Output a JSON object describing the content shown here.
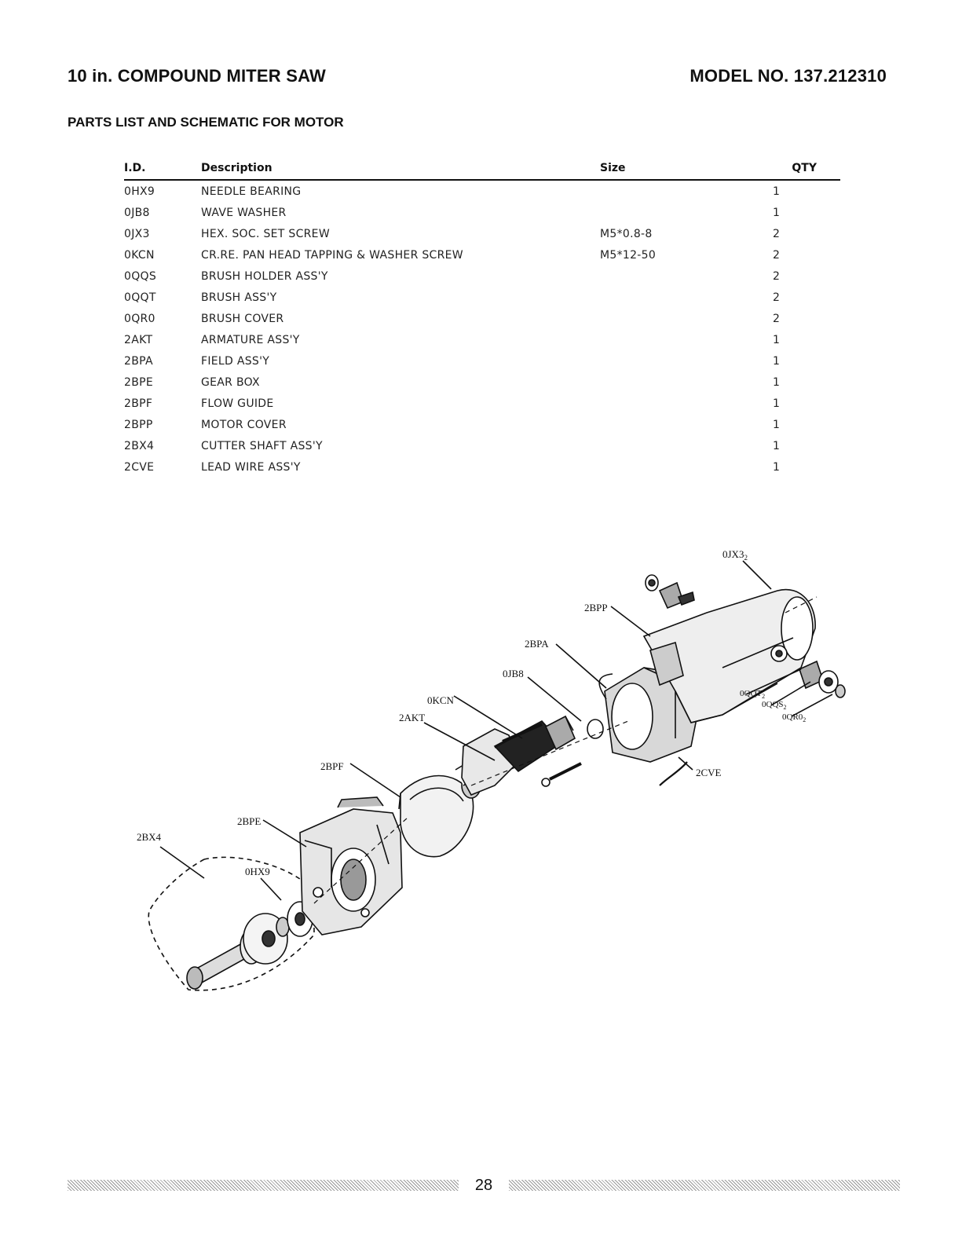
{
  "header": {
    "title": "10 in. COMPOUND MITER SAW",
    "model": "MODEL NO. 137.212310"
  },
  "subtitle": "PARTS LIST AND SCHEMATIC FOR MOTOR",
  "table": {
    "columns": [
      "I.D.",
      "Description",
      "Size",
      "QTY"
    ],
    "rows": [
      {
        "id": "0HX9",
        "description": "NEEDLE BEARING",
        "size": "",
        "qty": "1"
      },
      {
        "id": "0JB8",
        "description": "WAVE WASHER",
        "size": "",
        "qty": "1"
      },
      {
        "id": "0JX3",
        "description": "HEX. SOC. SET SCREW",
        "size": "M5*0.8-8",
        "qty": "2"
      },
      {
        "id": "0KCN",
        "description": "CR.RE. PAN HEAD TAPPING & WASHER SCREW",
        "size": "M5*12-50",
        "qty": "2"
      },
      {
        "id": "0QQS",
        "description": "BRUSH HOLDER ASS'Y",
        "size": "",
        "qty": "2"
      },
      {
        "id": "0QQT",
        "description": "BRUSH ASS'Y",
        "size": "",
        "qty": "2"
      },
      {
        "id": "0QR0",
        "description": "BRUSH COVER",
        "size": "",
        "qty": "2"
      },
      {
        "id": "2AKT",
        "description": "ARMATURE ASS'Y",
        "size": "",
        "qty": "1"
      },
      {
        "id": "2BPA",
        "description": "FIELD ASS'Y",
        "size": "",
        "qty": "1"
      },
      {
        "id": "2BPE",
        "description": "GEAR BOX",
        "size": "",
        "qty": "1"
      },
      {
        "id": "2BPF",
        "description": "FLOW GUIDE",
        "size": "",
        "qty": "1"
      },
      {
        "id": "2BPP",
        "description": "MOTOR COVER",
        "size": "",
        "qty": "1"
      },
      {
        "id": "2BX4",
        "description": "CUTTER SHAFT ASS'Y",
        "size": "",
        "qty": "1"
      },
      {
        "id": "2CVE",
        "description": "LEAD WIRE ASS'Y",
        "size": "",
        "qty": "1"
      }
    ]
  },
  "diagram_labels": {
    "jx3": "0JX3",
    "jx3_sub": "2",
    "bpp": "2BPP",
    "bpa": "2BPA",
    "jb8": "0JB8",
    "kcn": "0KCN",
    "akt": "2AKT",
    "bpf": "2BPF",
    "bpe": "2BPE",
    "bx4": "2BX4",
    "hx9": "0HX9",
    "qqt": "0QQT",
    "qqt_sub": "2",
    "qqs": "0QQS",
    "qqs_sub": "2",
    "qr0": "0QR0",
    "qr0_sub": "2",
    "cve": "2CVE"
  },
  "page_number": "28"
}
